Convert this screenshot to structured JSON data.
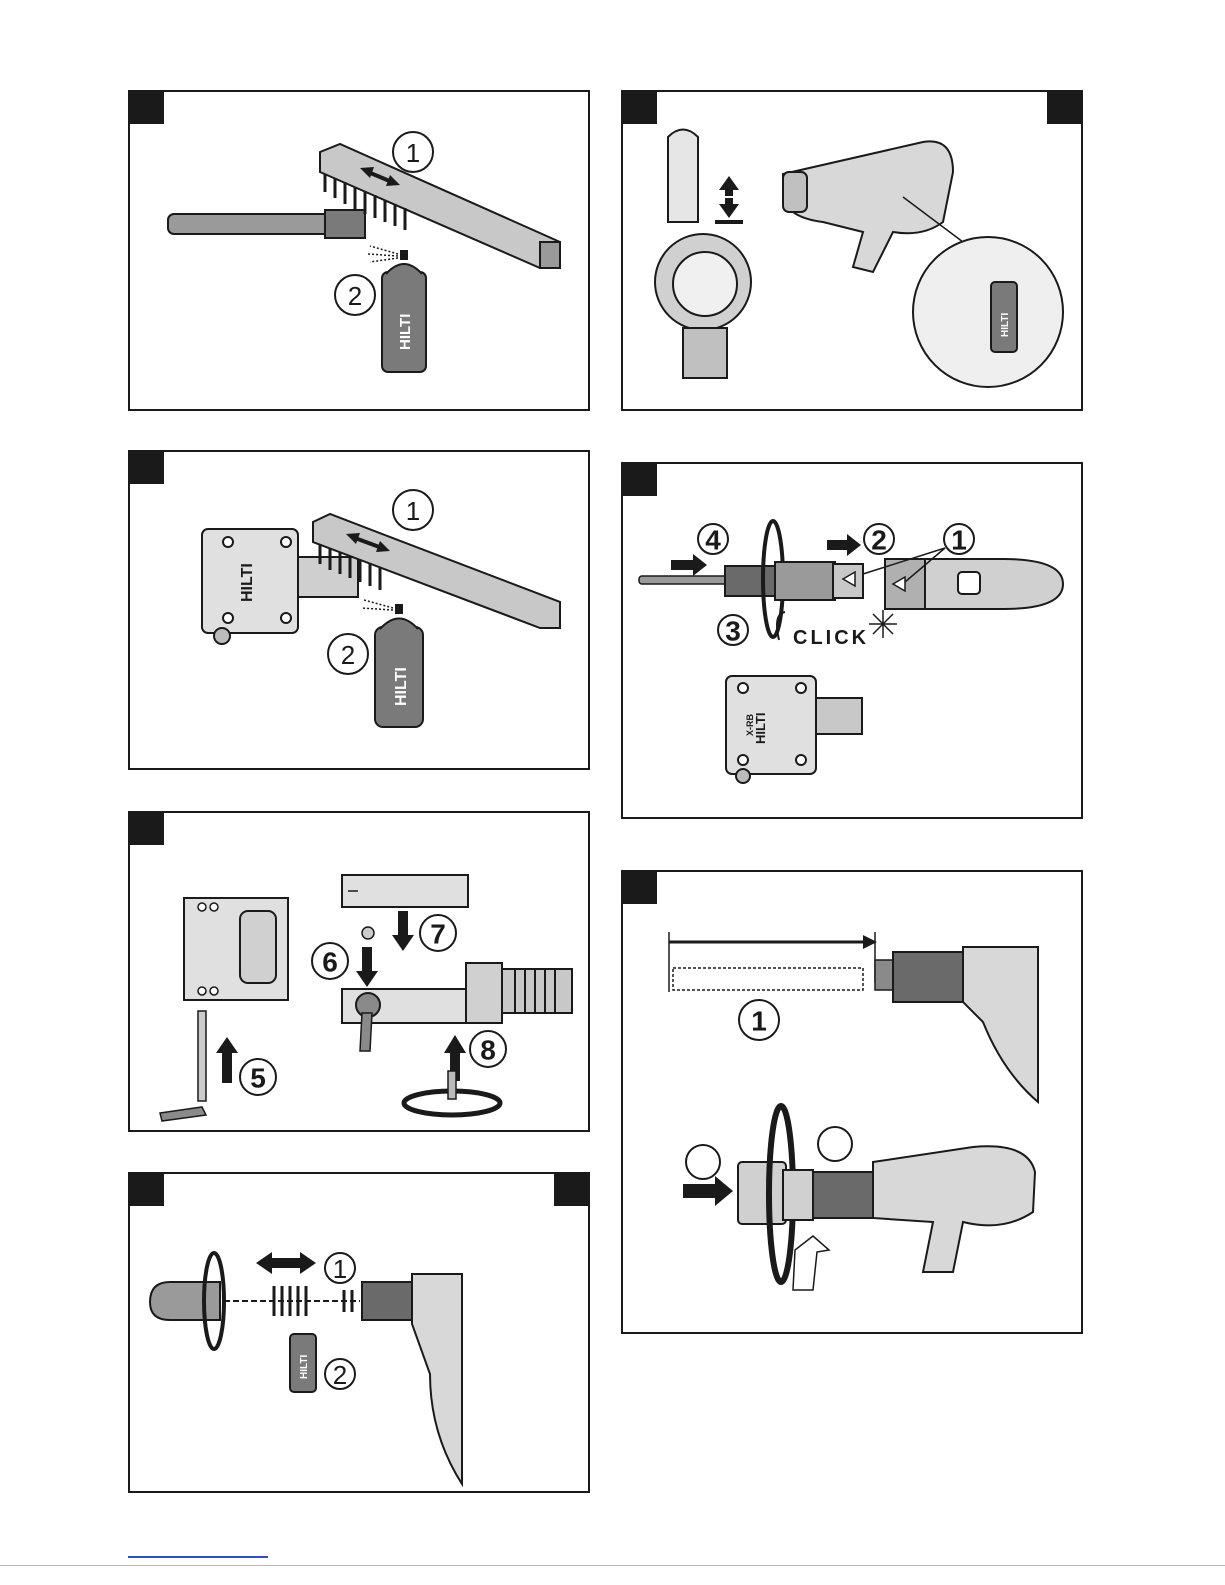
{
  "brand": {
    "logo_text": "HILTI",
    "model_text": "X-RB"
  },
  "panels": {
    "p1": {
      "step1": "1",
      "step2": "2"
    },
    "p2": {},
    "p3": {
      "step1": "1",
      "step2": "2"
    },
    "p4": {
      "step1": "1",
      "step2": "2",
      "step3": "3",
      "step4": "4",
      "click_label": "CLICK"
    },
    "p5": {
      "step5": "5",
      "step6": "6",
      "step7": "7",
      "step8": "8"
    },
    "p6": {
      "step1": "1"
    },
    "p7": {
      "step1": "1",
      "step2": "2"
    }
  },
  "colors": {
    "ink": "#1a1a1a",
    "tool_gray": "#8a8a8a",
    "tool_light": "#c8c8c8",
    "can_gray": "#7a7a7a",
    "link": "#2a4fcf"
  }
}
